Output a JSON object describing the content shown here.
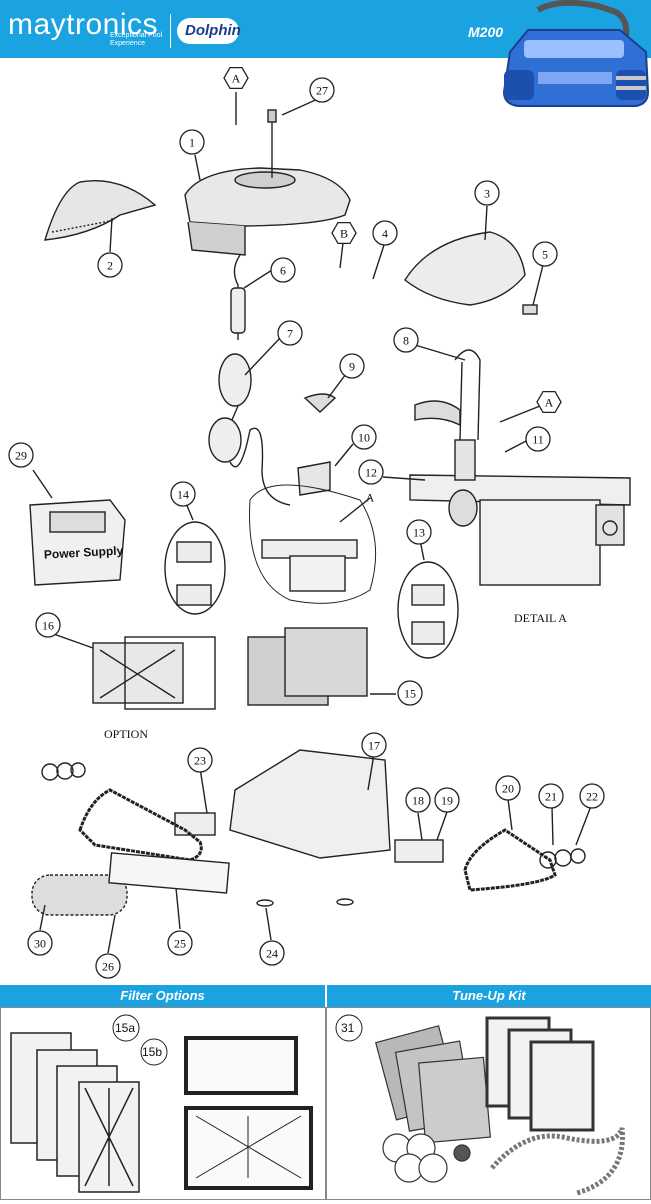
{
  "header": {
    "brand": "maytronics",
    "tagline": "Exceptional Pool Experience",
    "logo": "Dolphin",
    "model": "M200",
    "colors": {
      "bar": "#1aa3e0",
      "robot_blue": "#2f6fd6"
    }
  },
  "diagram": {
    "callouts": [
      "A",
      "27",
      "1",
      "2",
      "3",
      "B",
      "4",
      "5",
      "6",
      "7",
      "8",
      "9",
      "A",
      "10",
      "11",
      "12",
      "29",
      "14",
      "A",
      "13",
      "16",
      "15",
      "23",
      "17",
      "18",
      "19",
      "20",
      "21",
      "22",
      "30",
      "26",
      "25",
      "24"
    ],
    "detail_label": "DETAIL A",
    "option_label": "OPTION",
    "power_supply_text": "Power Supply"
  },
  "sections": {
    "filter_options": {
      "title": "Filter Options",
      "labels": [
        "15a",
        "15b"
      ]
    },
    "tune_up_kit": {
      "title": "Tune-Up Kit",
      "label": "31"
    }
  }
}
